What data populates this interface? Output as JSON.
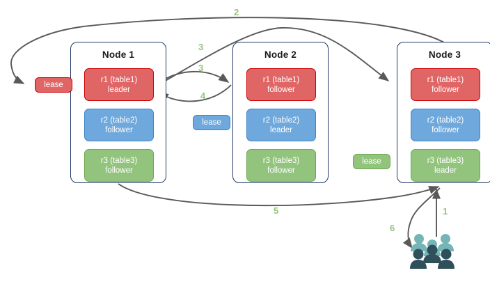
{
  "diagram": {
    "title": "Multi-Raft lease / request routing diagram",
    "colors": {
      "red_fill": "#e06666",
      "red_border": "#cc0000",
      "blue_fill": "#6fa8dc",
      "blue_border": "#3d85c6",
      "green_fill": "#93c47d",
      "green_border": "#6aa84f",
      "node_border": "#1f3864",
      "arrow": "#595959",
      "label": "#93c47d",
      "users_light": "#76b5b5",
      "users_dark": "#2f4f5a"
    },
    "nodes": [
      {
        "id": "node-1",
        "title": "Node 1",
        "replicas": [
          {
            "line1": "r1 (table1)",
            "line2": "leader",
            "color": "red"
          },
          {
            "line1": "r2 (table2)",
            "line2": "follower",
            "color": "blue"
          },
          {
            "line1": "r3 (table3)",
            "line2": "follower",
            "color": "green"
          }
        ]
      },
      {
        "id": "node-2",
        "title": "Node 2",
        "replicas": [
          {
            "line1": "r1 (table1)",
            "line2": "follower",
            "color": "red"
          },
          {
            "line1": "r2 (table2)",
            "line2": "leader",
            "color": "blue"
          },
          {
            "line1": "r3 (table3)",
            "line2": "follower",
            "color": "green"
          }
        ]
      },
      {
        "id": "node-3",
        "title": "Node 3",
        "replicas": [
          {
            "line1": "r1 (table1)",
            "line2": "follower",
            "color": "red"
          },
          {
            "line1": "r2 (table2)",
            "line2": "follower",
            "color": "blue"
          },
          {
            "line1": "r3 (table3)",
            "line2": "leader",
            "color": "green"
          }
        ]
      }
    ],
    "leases": [
      {
        "id": "lease-1",
        "label": "lease",
        "color": "red"
      },
      {
        "id": "lease-2",
        "label": "lease",
        "color": "blue"
      },
      {
        "id": "lease-3",
        "label": "lease",
        "color": "green"
      }
    ],
    "steps": [
      {
        "id": "step-1",
        "label": "1",
        "description": "client request to Node 3"
      },
      {
        "id": "step-2",
        "label": "2",
        "description": "Node 3 to table1 lease"
      },
      {
        "id": "step-3a",
        "label": "3",
        "description": "route toward Node 3 r1"
      },
      {
        "id": "step-3b",
        "label": "3",
        "description": "Node 1 r1 leader to Node 2 r1"
      },
      {
        "id": "step-4",
        "label": "4",
        "description": "Node 2 r1 back to Node 1 r1"
      },
      {
        "id": "step-5",
        "label": "5",
        "description": "Node 1 back to Node 3"
      },
      {
        "id": "step-6",
        "label": "6",
        "description": "Node 3 response to client"
      }
    ],
    "users_icon_name": "users-group-icon"
  }
}
